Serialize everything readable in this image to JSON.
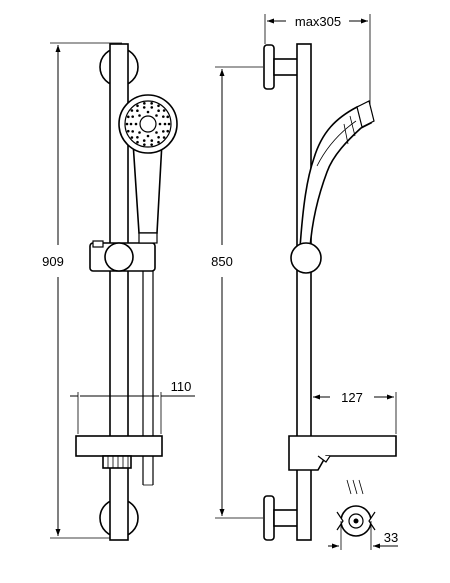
{
  "drawing": {
    "dimensions": {
      "total_height": "909",
      "fixing_distance": "850",
      "handshower_reach": "max305",
      "shelf_depth_front": "110",
      "shelf_depth_side": "127",
      "holder_width": "33"
    }
  }
}
